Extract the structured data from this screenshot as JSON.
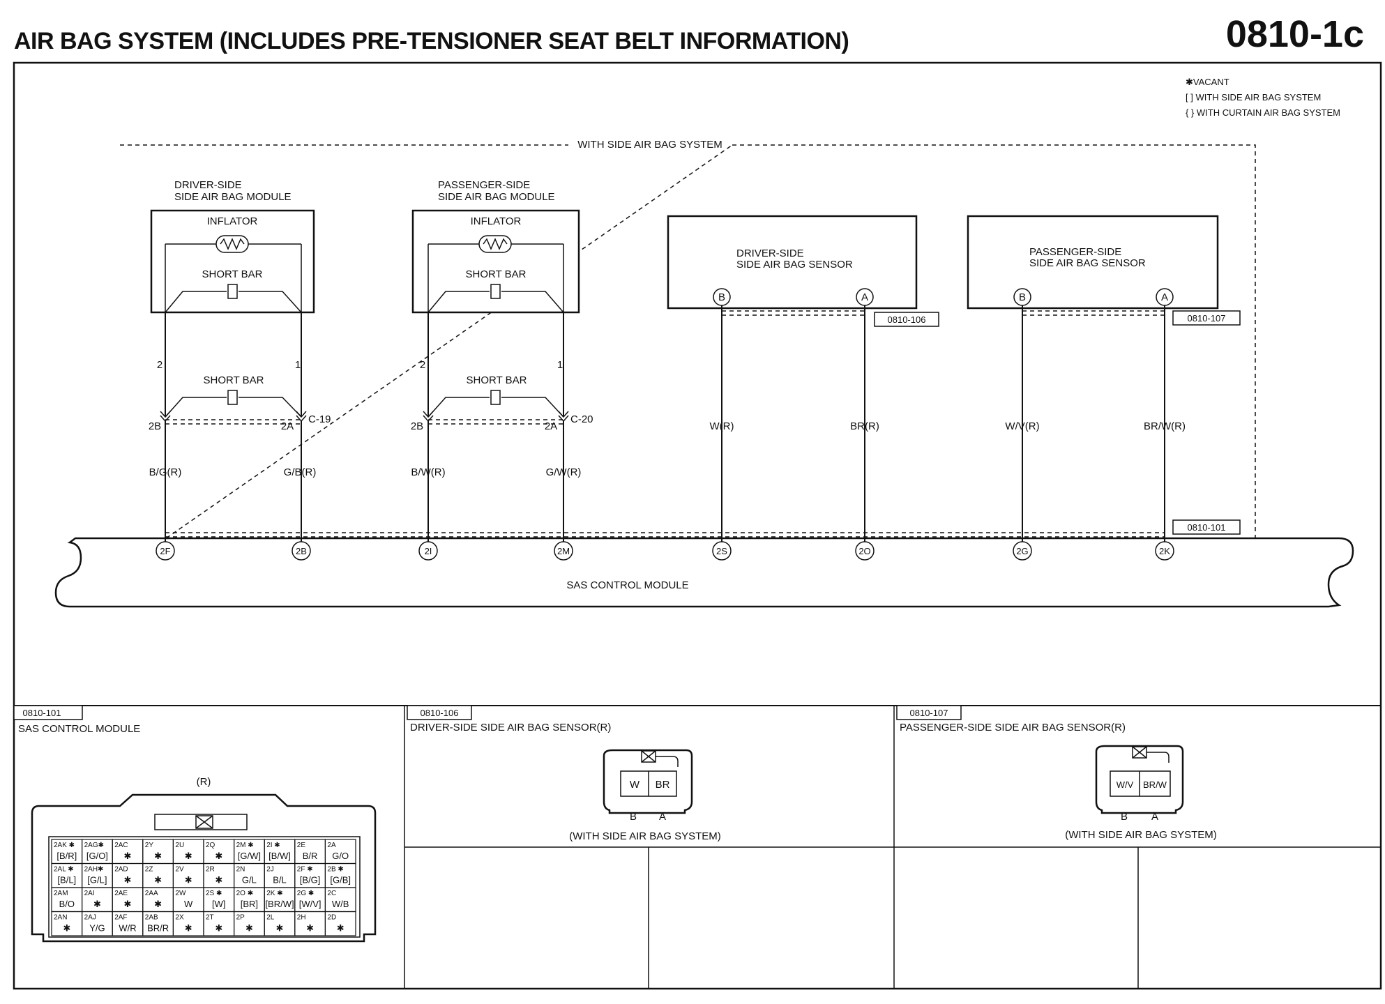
{
  "title": "AIR BAG SYSTEM (INCLUDES PRE-TENSIONER SEAT BELT INFORMATION)",
  "page_number": "0810-1c",
  "legend": {
    "vacant": "✱VACANT",
    "side": "[ ] WITH SIDE AIR BAG SYSTEM",
    "curtain": "{ } WITH CURTAIN AIR BAG SYSTEM"
  },
  "group_label": "WITH SIDE AIR BAG SYSTEM",
  "driver_module": {
    "name_line1": "DRIVER-SIDE",
    "name_line2": "SIDE AIR BAG MODULE",
    "inflator": "INFLATOR",
    "short_bar": "SHORT BAR",
    "pin_left": "2",
    "pin_right": "1"
  },
  "passenger_module": {
    "name_line1": "PASSENGER-SIDE",
    "name_line2": "SIDE AIR BAG MODULE",
    "inflator": "INFLATOR",
    "short_bar": "SHORT BAR",
    "pin_left": "2",
    "pin_right": "1"
  },
  "connector_c19": {
    "short_bar": "SHORT BAR",
    "left": "2B",
    "right": "2A",
    "name": "C-19",
    "wire_left": "B/G(R)",
    "wire_right": "G/B(R)"
  },
  "connector_c20": {
    "short_bar": "SHORT BAR",
    "left": "2B",
    "right": "2A",
    "name": "C-20",
    "wire_left": "B/W(R)",
    "wire_right": "G/W(R)"
  },
  "driver_sensor": {
    "line1": "DRIVER-SIDE",
    "line2": "SIDE AIR BAG SENSOR",
    "pin_b": "B",
    "pin_a": "A",
    "ref": "0810-106",
    "wire_b": "W(R)",
    "wire_a": "BR(R)"
  },
  "passenger_sensor": {
    "line1": "PASSENGER-SIDE",
    "line2": "SIDE AIR BAG SENSOR",
    "pin_b": "B",
    "pin_a": "A",
    "ref": "0810-107",
    "wire_b": "W/V(R)",
    "wire_a": "BR/W(R)"
  },
  "sas": {
    "label": "SAS CONTROL MODULE",
    "ref": "0810-101",
    "terminals": [
      "2F",
      "2B",
      "2I",
      "2M",
      "2S",
      "2O",
      "2G",
      "2K"
    ]
  },
  "panel_101": {
    "ref": "0810-101",
    "title": "SAS CONTROL MODULE",
    "color": "(R)",
    "rows": [
      [
        [
          "2AK ✱",
          "[B/R]"
        ],
        [
          "2AG✱",
          "[G/O]"
        ],
        [
          "2AC",
          "✱"
        ],
        [
          "2Y",
          "✱"
        ],
        [
          "2U",
          "✱"
        ],
        [
          "2Q",
          "✱"
        ],
        [
          "2M ✱",
          "[G/W]"
        ],
        [
          "2I ✱",
          "[B/W]"
        ],
        [
          "2E",
          "B/R"
        ],
        [
          "2A",
          "G/O"
        ]
      ],
      [
        [
          "2AL ✱",
          "[B/L]"
        ],
        [
          "2AH✱",
          "[G/L]"
        ],
        [
          "2AD",
          "✱"
        ],
        [
          "2Z",
          "✱"
        ],
        [
          "2V",
          "✱"
        ],
        [
          "2R",
          "✱"
        ],
        [
          "2N",
          "G/L"
        ],
        [
          "2J",
          "B/L"
        ],
        [
          "2F ✱",
          "[B/G]"
        ],
        [
          "2B ✱",
          "[G/B]"
        ]
      ],
      [
        [
          "2AM",
          "B/O"
        ],
        [
          "2AI",
          "✱"
        ],
        [
          "2AE",
          "✱"
        ],
        [
          "2AA",
          "✱"
        ],
        [
          "2W",
          "W"
        ],
        [
          "2S ✱",
          "[W]"
        ],
        [
          "2O ✱",
          "[BR]"
        ],
        [
          "2K ✱",
          "[BR/W]"
        ],
        [
          "2G ✱",
          "[W/V]"
        ],
        [
          "2C",
          "W/B"
        ]
      ],
      [
        [
          "2AN",
          "✱"
        ],
        [
          "2AJ",
          "Y/G"
        ],
        [
          "2AF",
          "W/R"
        ],
        [
          "2AB",
          "BR/R"
        ],
        [
          "2X",
          "✱"
        ],
        [
          "2T",
          "✱"
        ],
        [
          "2P",
          "✱"
        ],
        [
          "2L",
          "✱"
        ],
        [
          "2H",
          "✱"
        ],
        [
          "2D",
          "✱"
        ]
      ]
    ]
  },
  "panel_106": {
    "ref": "0810-106",
    "title": "DRIVER-SIDE SIDE AIR BAG SENSOR(R)",
    "cell_left": "W",
    "cell_right": "BR",
    "pin_left": "B",
    "pin_right": "A",
    "note": "(WITH SIDE AIR BAG SYSTEM)"
  },
  "panel_107": {
    "ref": "0810-107",
    "title": "PASSENGER-SIDE SIDE AIR BAG SENSOR(R)",
    "cell_left": "W/V",
    "cell_right": "BR/W",
    "pin_left": "B",
    "pin_right": "A",
    "note": "(WITH SIDE AIR BAG SYSTEM)"
  }
}
